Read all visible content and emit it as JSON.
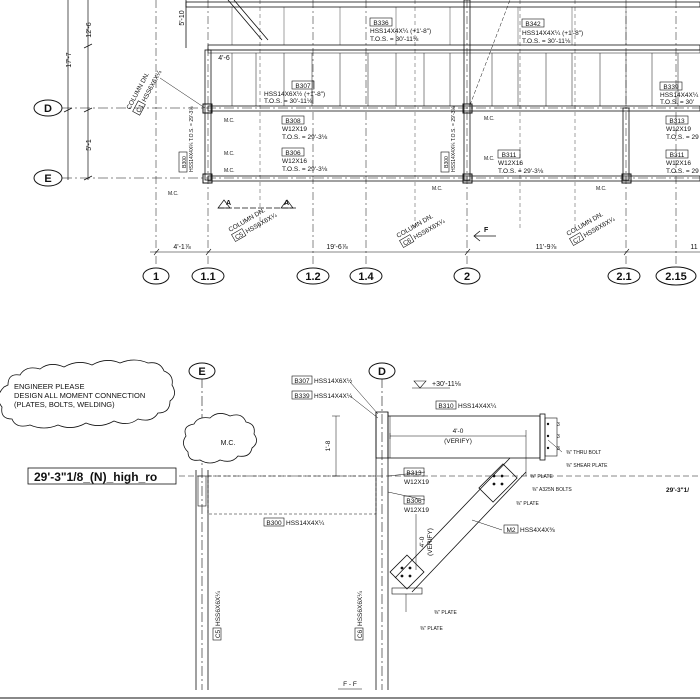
{
  "plan": {
    "grids_horizontal": [
      {
        "id": "D",
        "label": "D"
      },
      {
        "id": "E",
        "label": "E"
      }
    ],
    "grids_vertical": [
      {
        "id": "g1",
        "label": "1"
      },
      {
        "id": "g11",
        "label": "1.1"
      },
      {
        "id": "g12",
        "label": "1.2"
      },
      {
        "id": "g14",
        "label": "1.4"
      },
      {
        "id": "g2",
        "label": "2"
      },
      {
        "id": "g21",
        "label": "2.1"
      },
      {
        "id": "g215",
        "label": "2.15"
      }
    ],
    "left_dims": [
      "12'-6",
      "17'-7",
      "5'-1"
    ],
    "top_dims": [
      "5'-10",
      "4'-6"
    ],
    "bottom_dims": [
      "4'-1⅞",
      "19'-6⅞",
      "11'-9⅞",
      "11"
    ],
    "beams": [
      {
        "tag": "B336",
        "size": "HSS14X4X¼ (+1'-8\")",
        "tos": "T.O.S. = 30'-11⅛"
      },
      {
        "tag": "B342",
        "size": "HSS14X4X¼ (+1'-8\")",
        "tos": "T.O.S. = 30'-11⅛"
      },
      {
        "tag": "B307",
        "size": "HSS14X6X½ (+1'-8\")",
        "tos": "T.O.S. = 30'-11⅛"
      },
      {
        "tag": "B308",
        "size": "W12X19",
        "tos": "T.O.S. = 29'-3⅛"
      },
      {
        "tag": "B306",
        "size": "W12X16",
        "tos": "T.O.S. = 29'-3⅛"
      },
      {
        "tag": "B311",
        "size": "W12X16",
        "tos": "T.O.S. = 29'-3⅛"
      },
      {
        "tag": "B339",
        "size": "HSS14X4X¼",
        "tos": "T.O.S. = 30'"
      },
      {
        "tag": "B313",
        "size": "W12X19",
        "tos": "T.O.S. = 29"
      },
      {
        "tag": "B311",
        "size": "W12X16",
        "tos": "T.O.S. = 29"
      }
    ],
    "vertical_beam_tags": [
      "B300",
      "B300"
    ],
    "vertical_beam_texts": [
      "HSS14X4X¼ T.O.S. = 29'-3⅛",
      "HSS14X4X¼ T.O.S. = 29'-3⅛"
    ],
    "column_dn": "COLUMN DN.",
    "columns": [
      {
        "tag": "C1",
        "size": "HSS6X6X¼"
      },
      {
        "tag": "C5",
        "size": "HSS6X6X¼"
      },
      {
        "tag": "C6",
        "size": "HSS6X6X¼"
      },
      {
        "tag": "C7",
        "size": "HSS6X6X¼"
      }
    ],
    "mc": "M.C.",
    "section_a": "A",
    "section_f": "F"
  },
  "section": {
    "grid_e": "E",
    "grid_d": "D",
    "note_lines": [
      "ENGINEER PLEASE",
      "DESIGN ALL MOMENT CONNECTION",
      "(PLATES, BOLTS, WELDING)"
    ],
    "mc": "M.C.",
    "elevation_flag": "29'-3\"1/8_(N)_high_ro",
    "elevation_right": "29'-3\"1/",
    "top_elev": "+30'-11⅛",
    "callouts": [
      {
        "tag": "B307",
        "size": "HSS14X6X½"
      },
      {
        "tag": "B339",
        "size": "HSS14X4X¼"
      },
      {
        "tag": "B310",
        "size": "HSS14X4X¼"
      },
      {
        "tag": "B313",
        "size": "W12X19"
      },
      {
        "tag": "B306",
        "size": "W12X19"
      },
      {
        "tag": "B300",
        "size": "HSS14X4X¼"
      },
      {
        "tag": "M2",
        "size": "HSS4X4X⅜"
      }
    ],
    "dim_4_0": "4'-0",
    "verify": "(VERIFY)",
    "dim_1_8": "1'-8",
    "dim_4_0_v": "4'-0",
    "verify_v": "(VERIFY)",
    "thru_bolt": "⅜\" THRU BOLT",
    "shear_plate": "⅜\" SHEAR PLATE",
    "plate1": "⅜\" PLATE",
    "a325": "⅜\" A325N BOLTS",
    "plate2": "⅜\" PLATE",
    "plate3": "⅜\" PLATE",
    "plate4": "⅜\" PLATE",
    "col_c5": {
      "tag": "C5",
      "size": "HSS6X6X¼"
    },
    "col_c6": {
      "tag": "C6",
      "size": "HSS6X6X¼"
    },
    "bolt_nums": [
      "3",
      "3",
      "3"
    ],
    "title": "F - F"
  }
}
